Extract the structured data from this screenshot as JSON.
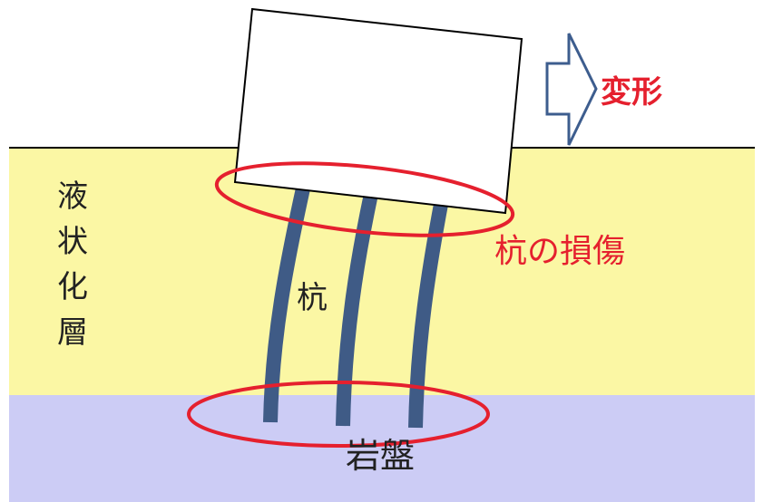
{
  "colors": {
    "liquefied_layer": "#FBF7A4",
    "bedrock": "#CCCCF5",
    "pile": "#3F5B86",
    "highlight_ellipse": "#E5202E",
    "arrow_outline": "#3D5D8E",
    "text_dark": "#222222",
    "text_red": "#E5202E"
  },
  "labels": {
    "deformation": "変形",
    "pile_damage": "杭の損傷",
    "pile": "杭",
    "bedrock": "岩盤",
    "liquefied_layer_chars": [
      "液",
      "状",
      "化",
      "層"
    ]
  },
  "icons": {
    "deformation_arrow": "right-arrow-outline-icon"
  }
}
